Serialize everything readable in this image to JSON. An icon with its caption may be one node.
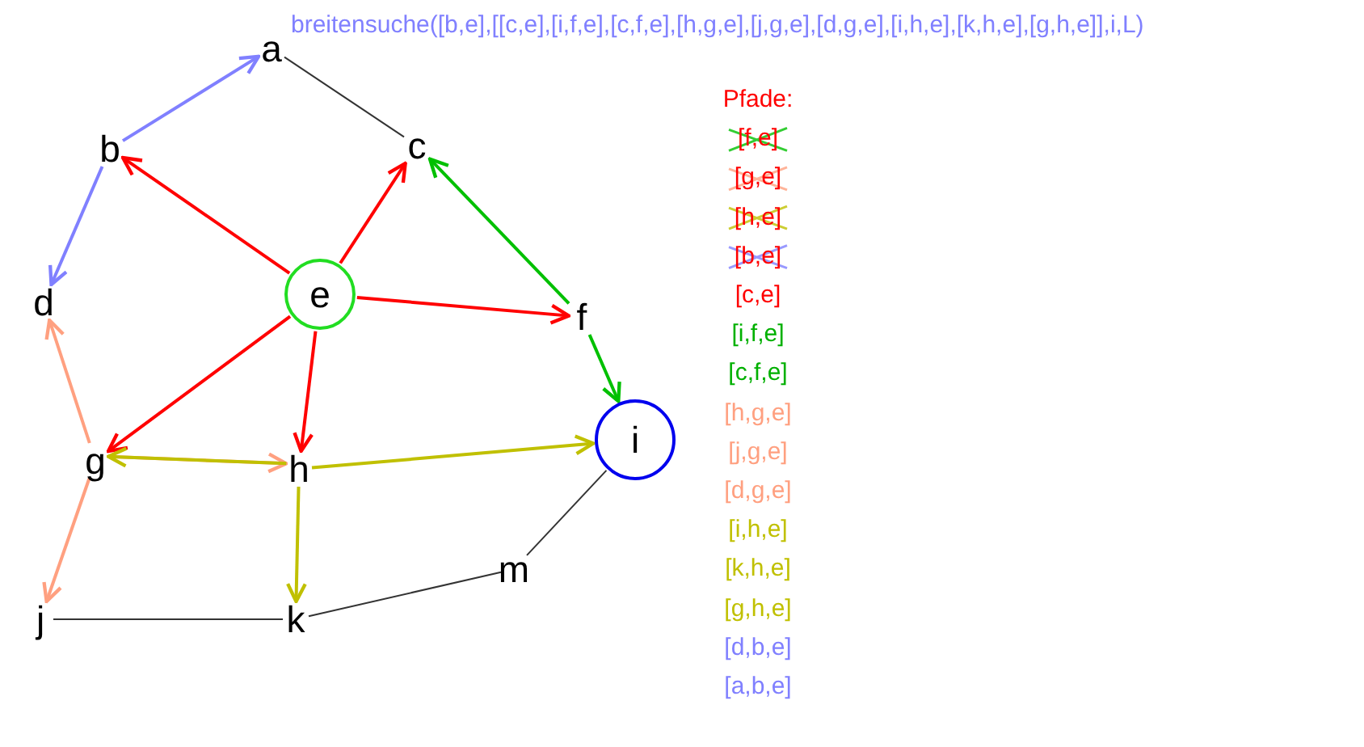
{
  "diagram": {
    "title": "breitensuche([b,e],[[c,e],[i,f,e],[c,f,e],[h,g,e],[j,g,e],[d,g,e],[i,h,e],[k,h,e],[g,h,e]],i,L)",
    "nodes": [
      {
        "text": [
          "a"
        ]
      },
      {
        "text": [
          "b"
        ]
      },
      {
        "text": [
          "c"
        ]
      },
      {
        "text": [
          "d"
        ]
      },
      {
        "text": [
          "e"
        ]
      },
      {
        "text": [
          "f"
        ]
      },
      {
        "text": [
          "g"
        ]
      },
      {
        "text": [
          "h"
        ]
      },
      {
        "text": [
          "i"
        ]
      },
      {
        "text": [
          "j"
        ]
      },
      {
        "text": [
          "k"
        ]
      },
      {
        "text": [
          "m"
        ]
      }
    ],
    "edges": [
      {
        "from": 1,
        "to": 0,
        "arrow": "to",
        "color": "#8080ff"
      },
      {
        "from": 0,
        "to": 2,
        "arrow": "none",
        "color": "#333333"
      },
      {
        "from": 1,
        "to": 3,
        "arrow": "to",
        "color": "#8080ff"
      },
      {
        "from": 4,
        "to": 1,
        "arrow": "to"
      },
      {
        "from": 4,
        "to": 2,
        "arrow": "to"
      },
      {
        "from": 4,
        "to": 5,
        "arrow": "to"
      },
      {
        "from": 4,
        "to": 6,
        "arrow": "to"
      },
      {
        "from": 4,
        "to": 7,
        "arrow": "to"
      },
      {
        "from": 5,
        "to": 2,
        "arrow": "to",
        "color": "#00c000"
      },
      {
        "from": 5,
        "to": 8,
        "arrow": "to",
        "color": "#00c000"
      },
      {
        "from": 6,
        "to": 3,
        "arrow": "to",
        "color": "#ffa080"
      },
      {
        "from": 6,
        "to": 9,
        "arrow": "to",
        "color": "#ffa080"
      },
      {
        "from": 6,
        "to": 7,
        "arrow": "to",
        "color": "#ffa080"
      },
      {
        "from": 7,
        "to": 6,
        "arrow": "to",
        "color": "#c0c000"
      },
      {
        "from": 7,
        "to": 8,
        "arrow": "to",
        "color": "#c0c000"
      },
      {
        "from": 7,
        "to": 10,
        "arrow": "to",
        "color": "#c0c000"
      },
      {
        "from": 8,
        "to": 11,
        "arrow": "none",
        "color": "#333333"
      },
      {
        "from": 11,
        "to": 10,
        "arrow": "none",
        "color": "#333333"
      },
      {
        "from": 9,
        "to": 10,
        "arrow": "none",
        "color": "#333333"
      }
    ],
    "labels": [
      "Pfade:",
      "[f,e]",
      "[g,e]",
      "[h,e]",
      "[b,e]",
      "[c,e]",
      "[i,f,e]",
      "[c,f,e]",
      "[h,g,e]",
      "[j,g,e]",
      "[d,g,e]",
      "[i,h,e]",
      "[k,h,e]",
      "[g,h,e]",
      "[d,b,e]",
      "[a,b,e]"
    ]
  }
}
